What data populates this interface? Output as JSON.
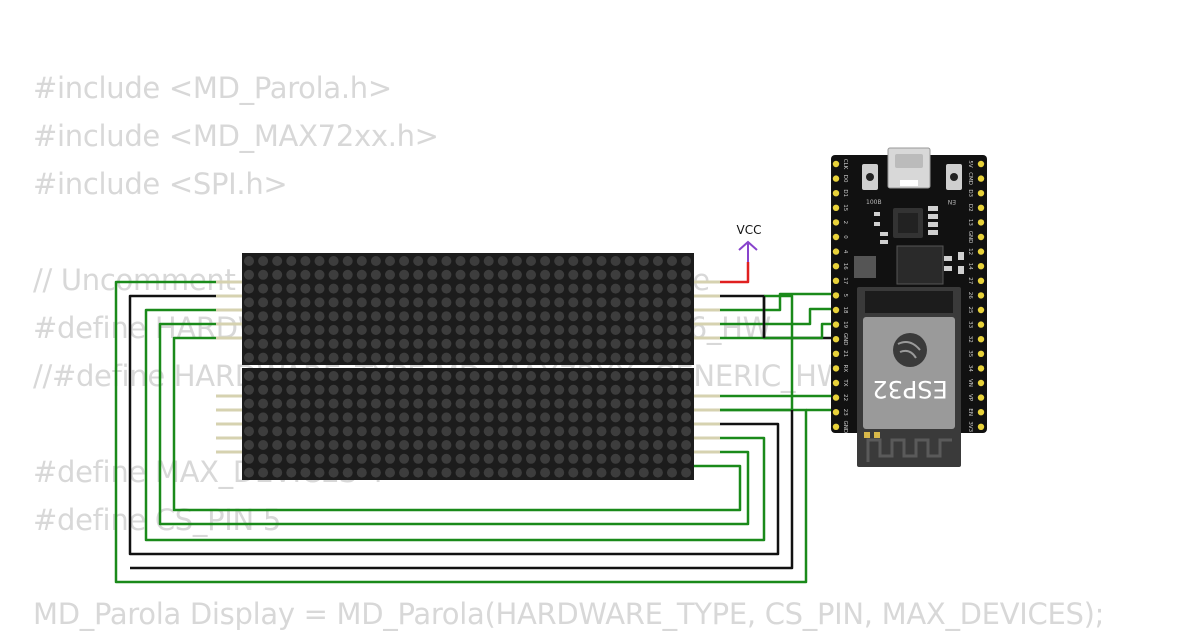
{
  "code": {
    "lines": [
      "#include <MD_Parola.h>",
      "#include <MD_MAX72xx.h>",
      "#include <SPI.h>",
      "",
      "// Uncomment according to your hardware type",
      "#define HARDWARE_TYPE MD_MAX72XX::FC16_HW",
      "//#define HARDWARE_TYPE MD_MAX72XX::GENERIC_HW",
      "",
      "#define MAX_DEVICES 4",
      "#define CS_PIN 5",
      "",
      "MD_Parola Display = MD_Parola(HARDWARE_TYPE, CS_PIN, MAX_DEVICES);"
    ]
  },
  "board": {
    "chip_label": "ESP32",
    "left_pins": [
      "CLK",
      "D0",
      "D1",
      "15",
      "2",
      "0",
      "4",
      "16",
      "17",
      "5",
      "18",
      "19",
      "GND",
      "21",
      "RX",
      "TX",
      "22",
      "23",
      "GND"
    ],
    "right_pins": [
      "5V",
      "CMD",
      "D3",
      "D2",
      "13",
      "GND",
      "12",
      "14",
      "27",
      "26",
      "25",
      "33",
      "32",
      "35",
      "34",
      "VN",
      "VP",
      "EN",
      "3V3"
    ],
    "button_left": "100B",
    "button_right": "EN"
  },
  "power": {
    "label": "VCC"
  },
  "colors": {
    "wire_green": "#1a8a1a",
    "wire_black": "#111111",
    "wire_red": "#e02020",
    "vcc_purple": "#8844cc",
    "board": "#111111",
    "pin_gold": "#e8d23a",
    "matrix_bg": "#1c1c1c",
    "led_off": "#3d3d3d",
    "code_text": "#d8d8d8"
  }
}
